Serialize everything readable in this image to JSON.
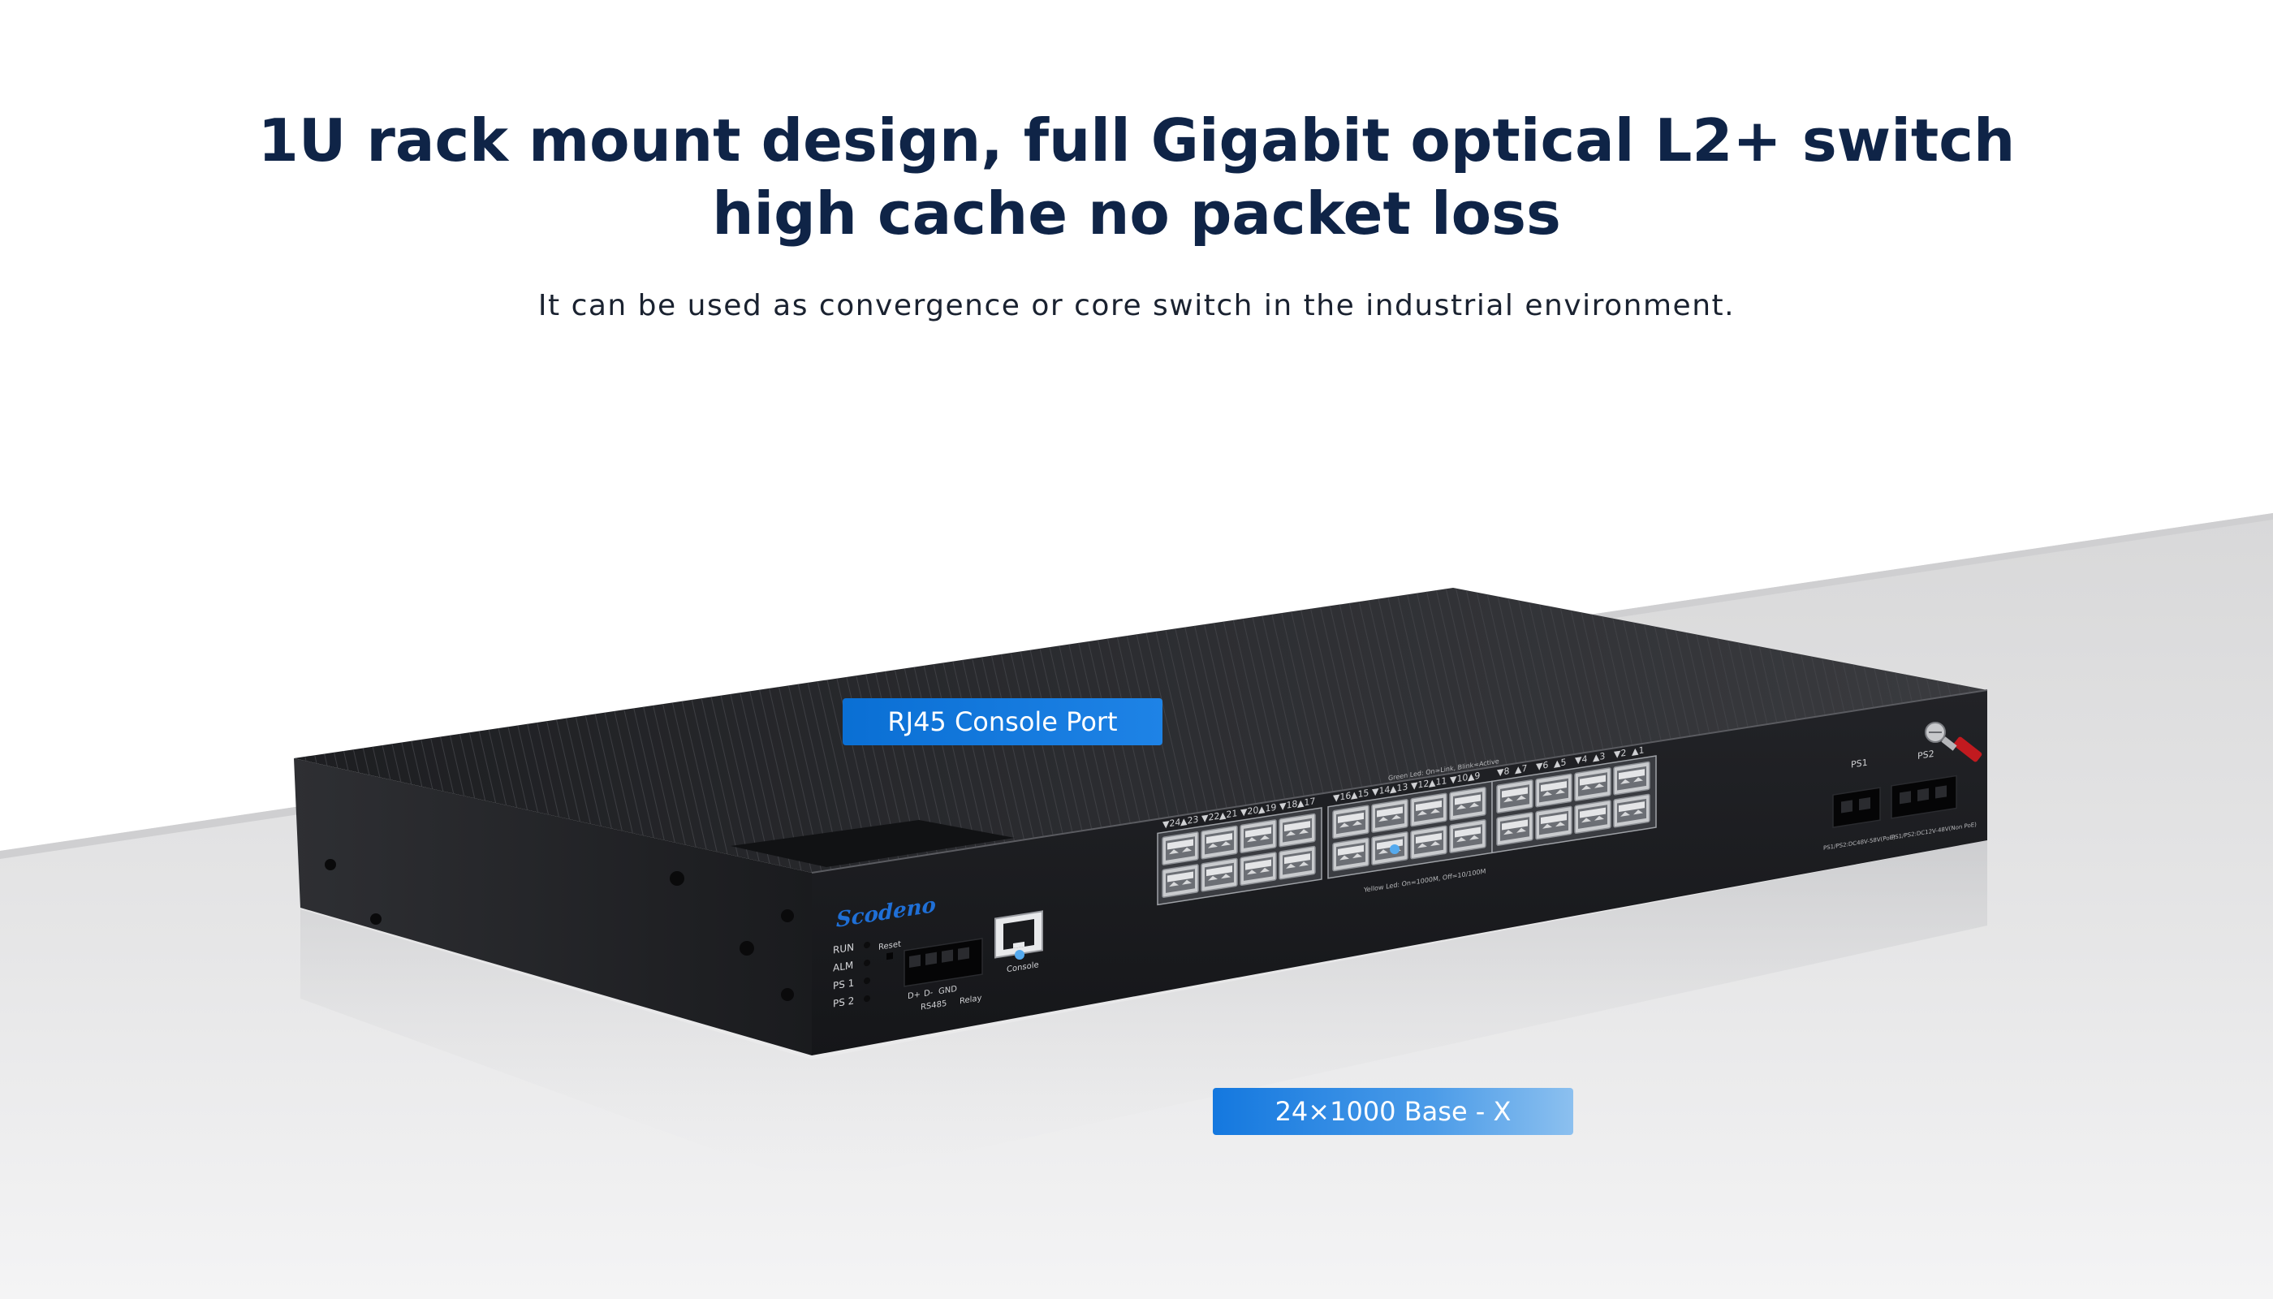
{
  "headline": {
    "line1": "1U rack mount design, full Gigabit optical L2+ switch",
    "line2": "high cache no packet loss"
  },
  "subtitle": "It can be used as convergence or core switch in the industrial environment.",
  "callouts": {
    "console": "RJ45 Console Port",
    "ports": "24×1000 Base - X"
  },
  "device": {
    "brand": "Scodeno",
    "leds": [
      "RUN",
      "ALM",
      "PS 1",
      "PS 2"
    ],
    "reset_label": "Reset",
    "terminal_pins": [
      "D+",
      "D-",
      "GND"
    ],
    "rs485_label": "RS485",
    "relay_label": "Relay",
    "console_label": "Console",
    "port_numbers_top": [
      "▼24",
      "▲23",
      "▼22",
      "▲21",
      "▼20",
      "▲19",
      "▼18",
      "▲17",
      "▼16",
      "▲15",
      "▼14",
      "▲13",
      "▼12",
      "▲11",
      "▼10",
      "▲9",
      "▼8",
      "▲7",
      "▼6",
      "▲5",
      "▼4",
      "▲3",
      "▼2",
      "▲1"
    ],
    "led_legend_top": "Green Led: On=Link, Blink=Active",
    "led_legend_bottom": "Yellow Led: On=1000M, Off=10/100M",
    "ps1_label": "PS1",
    "ps2_label": "PS2",
    "ps1_rating": "PS1/PS2:DC48V-58V(PoE)",
    "ps2_rating": "PS1/PS2:DC12V-48V(Non PoE)"
  },
  "colors": {
    "headline": "#0f2447",
    "accent": "#0a6fd4"
  }
}
